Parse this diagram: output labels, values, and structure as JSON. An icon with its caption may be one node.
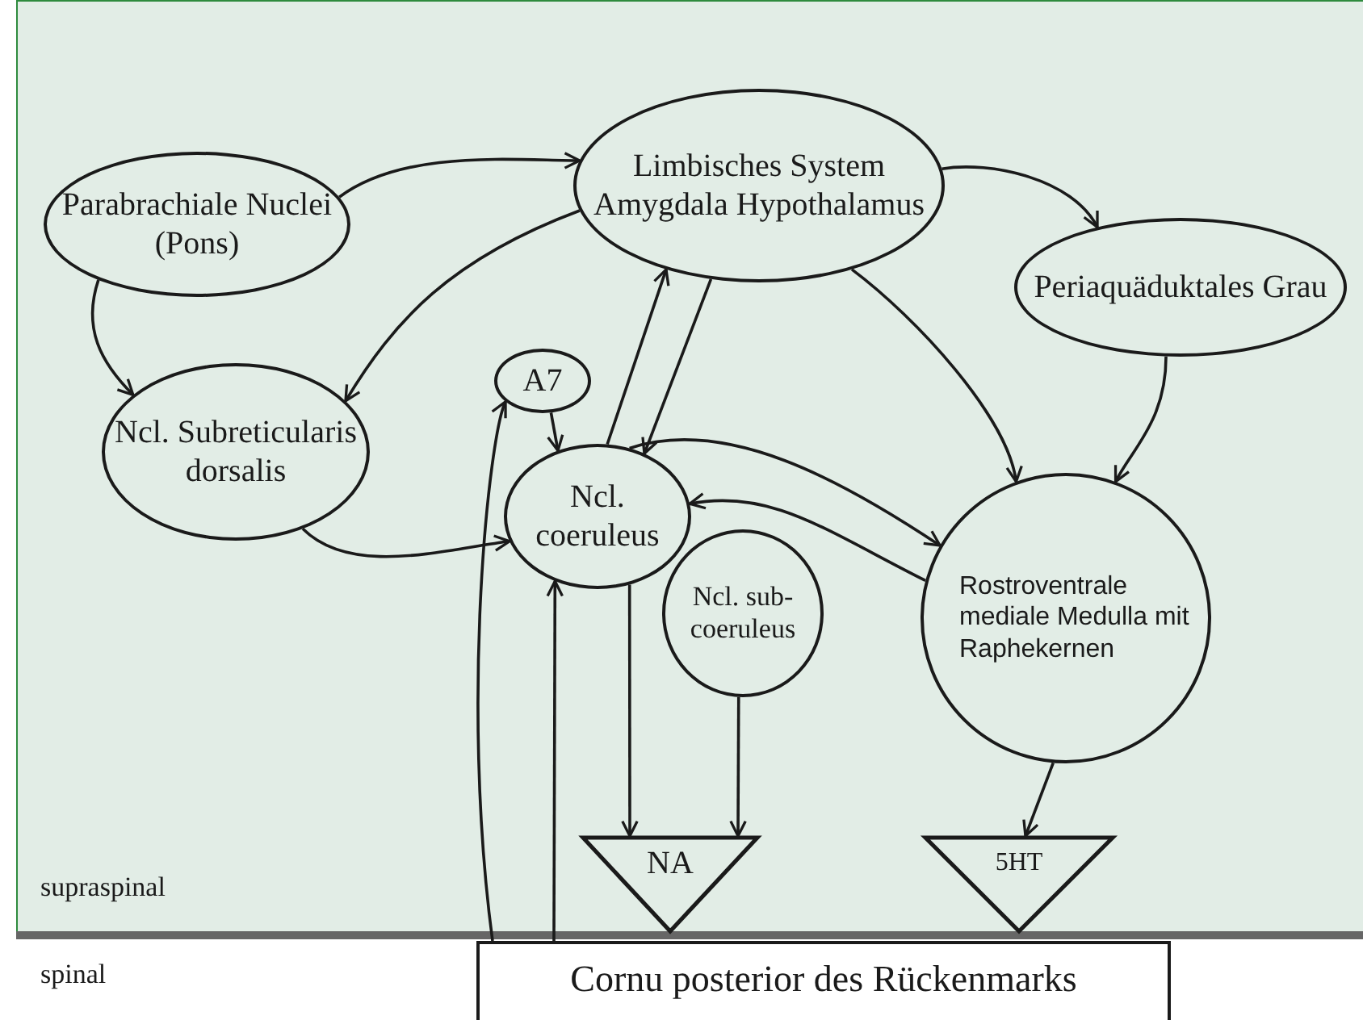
{
  "diagram": {
    "nodes": [
      {
        "text": [
          "Parabrachiale Nuclei (Pons)"
        ]
      },
      {
        "text": [
          "Limbisches System Amygdala Hypothalamus"
        ]
      },
      {
        "text": [
          "Periaquäduktales Grau"
        ]
      },
      {
        "text": [
          "Ncl. Subreticularis dorsalis"
        ]
      },
      {
        "text": [
          "A7"
        ]
      },
      {
        "text": [
          "Ncl. coeruleus"
        ]
      },
      {
        "text": [
          "Ncl. sub- coeruleus"
        ]
      },
      {
        "text": [
          "Rostroventrale mediale Medulla mit Raphekernen"
        ]
      },
      {
        "text": [
          "NA"
        ]
      },
      {
        "text": [
          "5HT"
        ]
      },
      {
        "text": [
          "Cornu posterior des Rückenmarks"
        ]
      }
    ],
    "edges": [
      {
        "from": 0,
        "to": 1,
        "arrow": "to"
      },
      {
        "from": 0,
        "to": 3,
        "arrow": "to"
      },
      {
        "from": 1,
        "to": 3,
        "arrow": "to"
      },
      {
        "from": 1,
        "to": 2,
        "arrow": "to"
      },
      {
        "from": 1,
        "to": 7,
        "arrow": "to"
      },
      {
        "from": 2,
        "to": 7,
        "arrow": "to"
      },
      {
        "from": 5,
        "to": 1,
        "arrow": "to"
      },
      {
        "from": 1,
        "to": 5,
        "arrow": "to"
      },
      {
        "from": 4,
        "to": 5,
        "arrow": "to"
      },
      {
        "from": 3,
        "to": 5,
        "arrow": "to"
      },
      {
        "from": 5,
        "to": 7,
        "arrow": "to"
      },
      {
        "from": 7,
        "to": 5,
        "arrow": "to"
      },
      {
        "from": 5,
        "to": 8,
        "arrow": "to"
      },
      {
        "from": 6,
        "to": 8,
        "arrow": "to"
      },
      {
        "from": 7,
        "to": 9,
        "arrow": "to"
      },
      {
        "from": 10,
        "to": 4,
        "arrow": "to"
      },
      {
        "from": 10,
        "to": 5,
        "arrow": "to"
      }
    ],
    "labels": [
      "supraspinal",
      "spinal"
    ]
  }
}
